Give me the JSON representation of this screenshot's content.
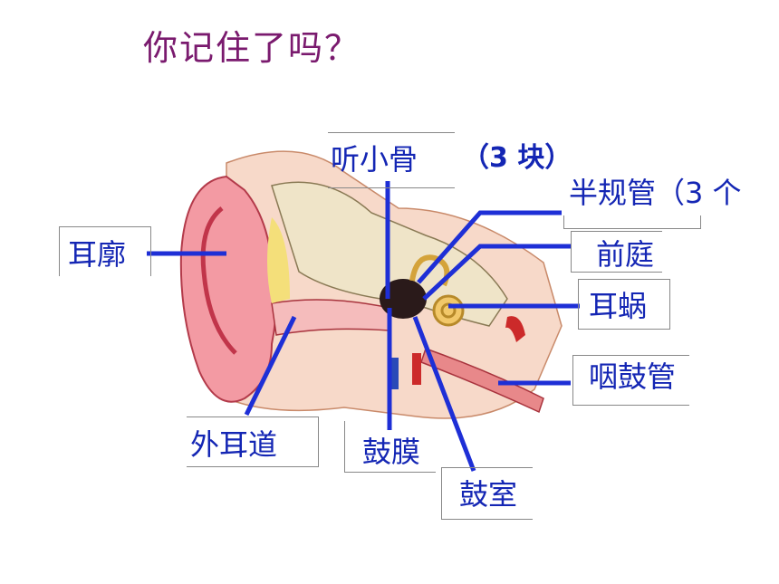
{
  "title": "你记住了吗？",
  "labels": {
    "ossicles": "听小骨",
    "ossicles_count": "（3 块）",
    "semicircular": "半规管（3 个",
    "vestibule": "前庭",
    "pinna": "耳廓",
    "cochlea": "耳蜗",
    "eustachian": "咽鼓管",
    "ear_canal": "外耳道",
    "eardrum": "鼓膜",
    "tympanic_cavity": "鼓室"
  },
  "colors": {
    "title": "#7a1a6e",
    "label": "#1426b4",
    "leader": "#1e2fd6"
  }
}
